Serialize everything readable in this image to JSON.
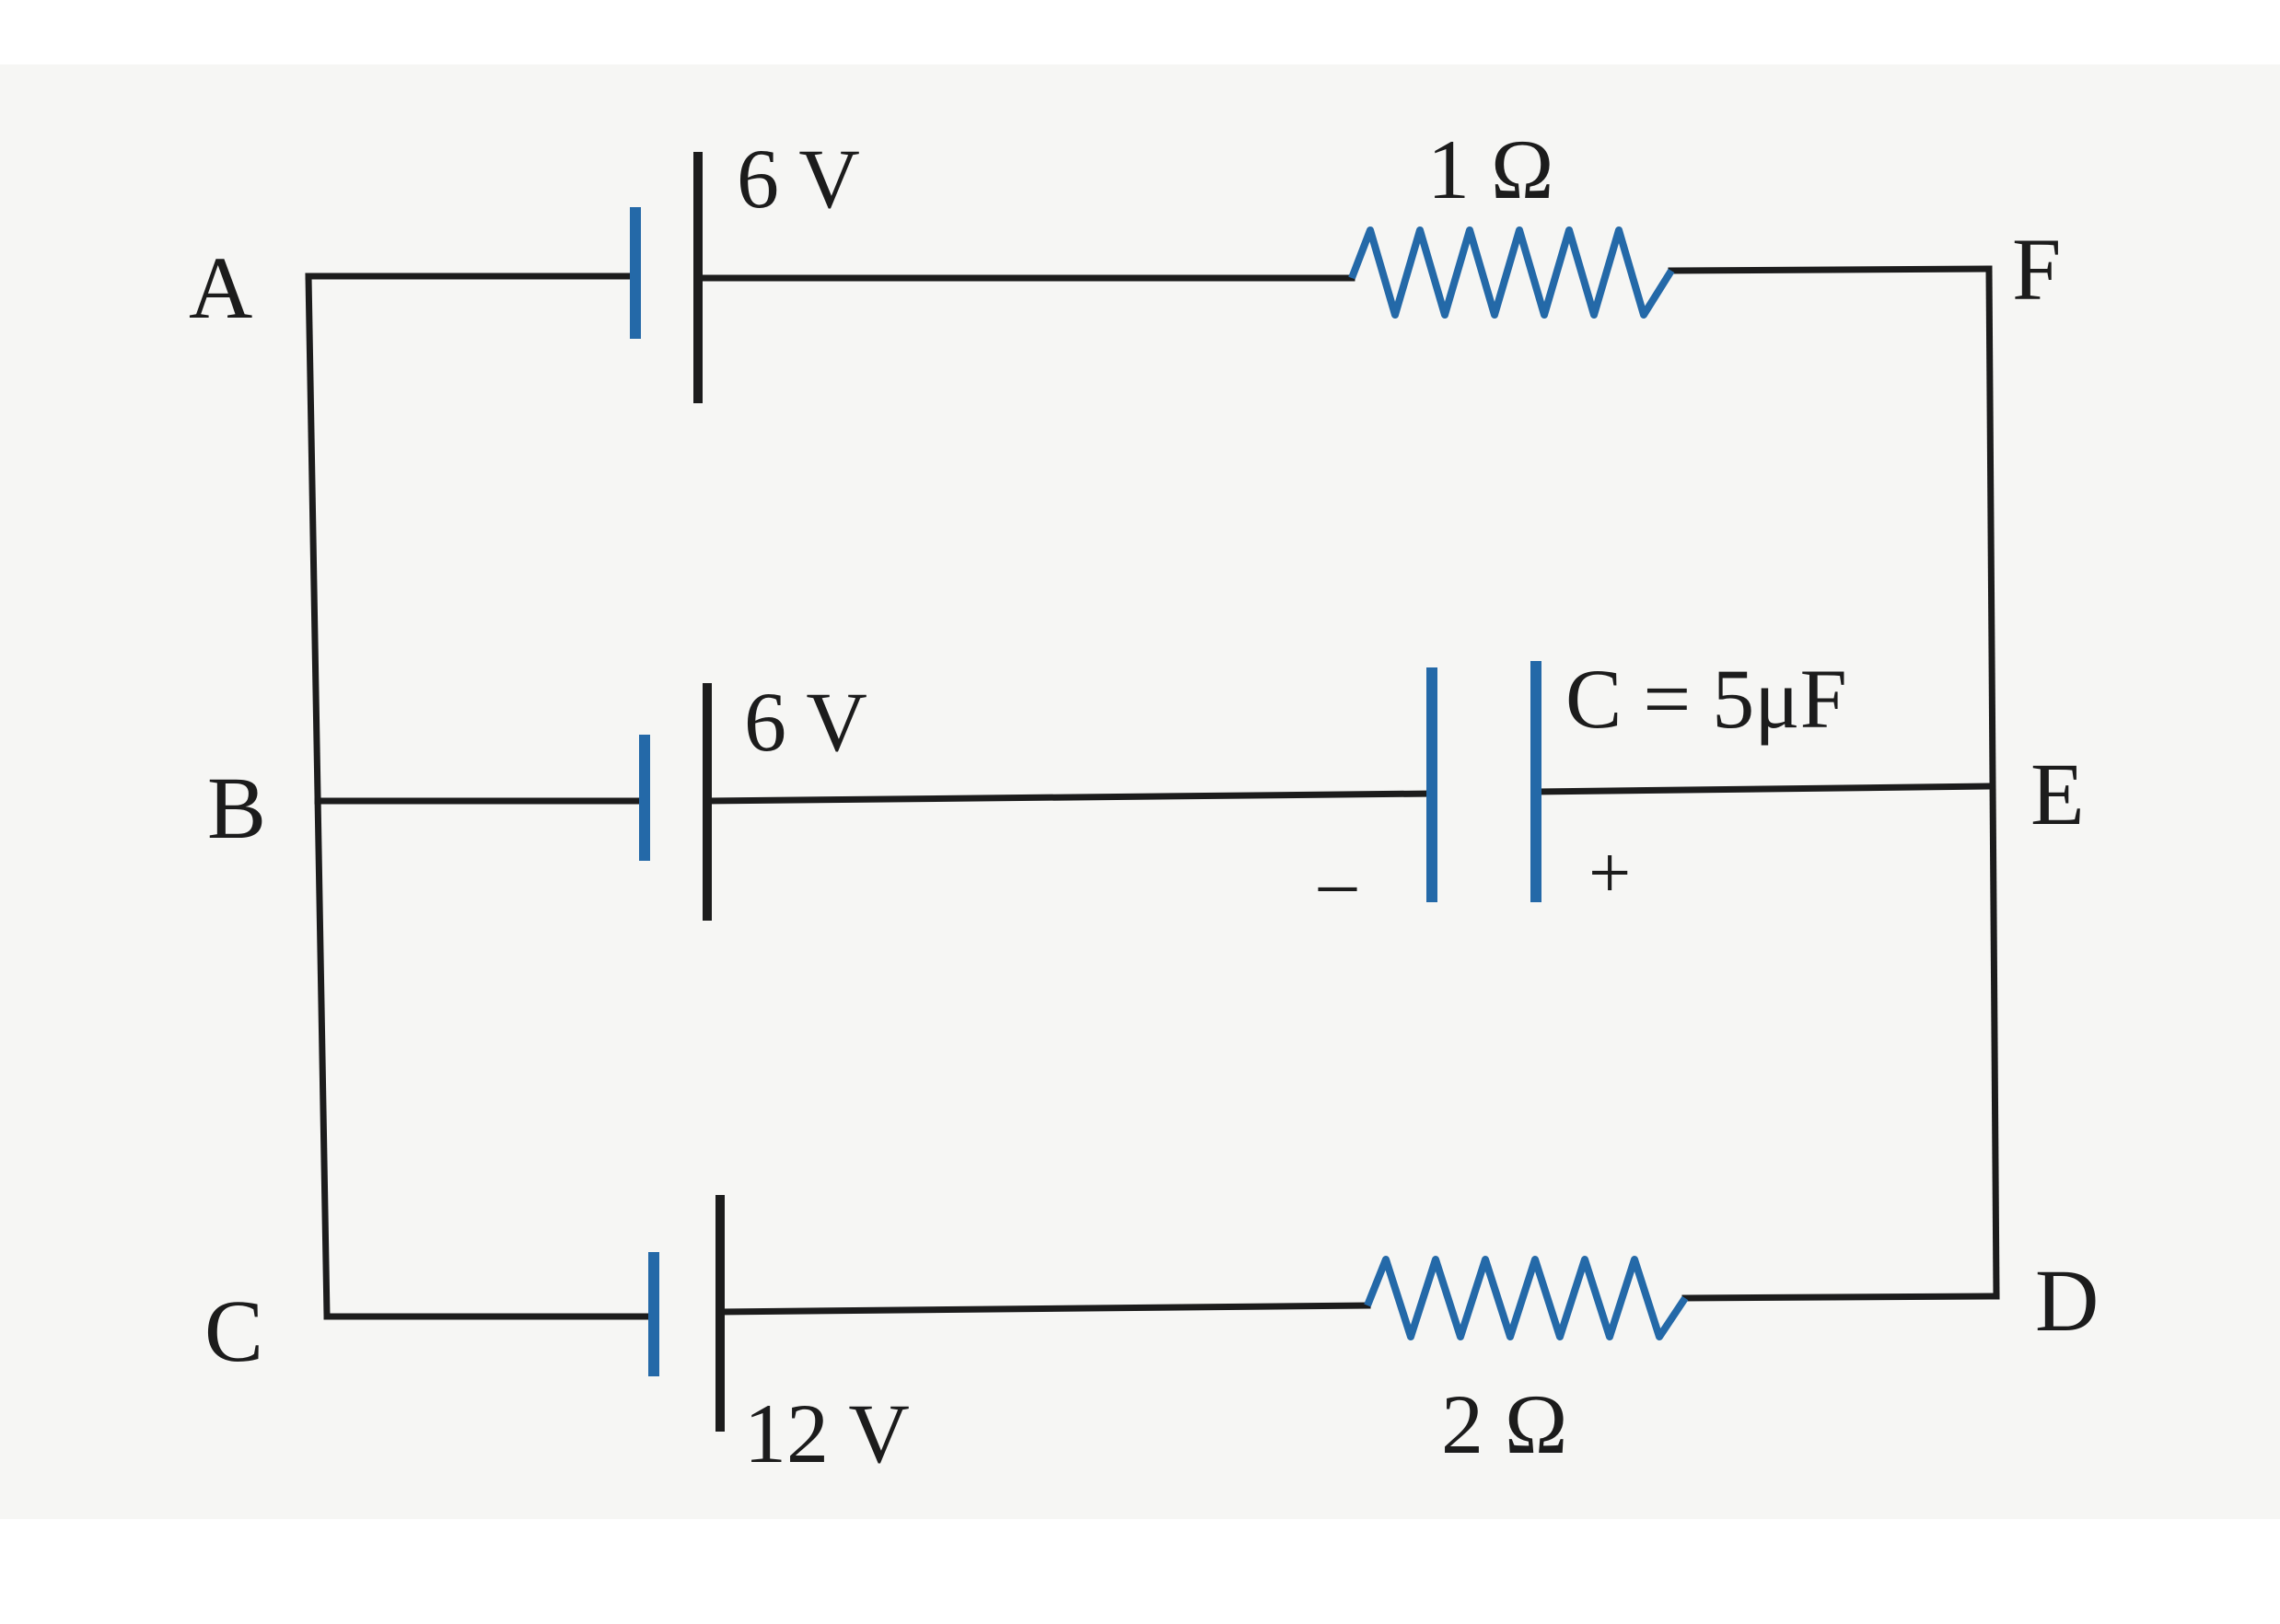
{
  "nodes": {
    "A": "A",
    "B": "B",
    "C": "C",
    "D": "D",
    "E": "E",
    "F": "F"
  },
  "components": {
    "battery_top": "6 V",
    "battery_middle": "6 V",
    "battery_bottom": "12 V",
    "resistor_top": "1 Ω",
    "resistor_bottom": "2 Ω",
    "capacitor": "C = 5μF",
    "capacitor_minus": "–",
    "capacitor_plus": "+"
  },
  "colors": {
    "component_accent": "#2469a8",
    "wire": "#1c1c1c",
    "paper": "#f6f6f4"
  }
}
